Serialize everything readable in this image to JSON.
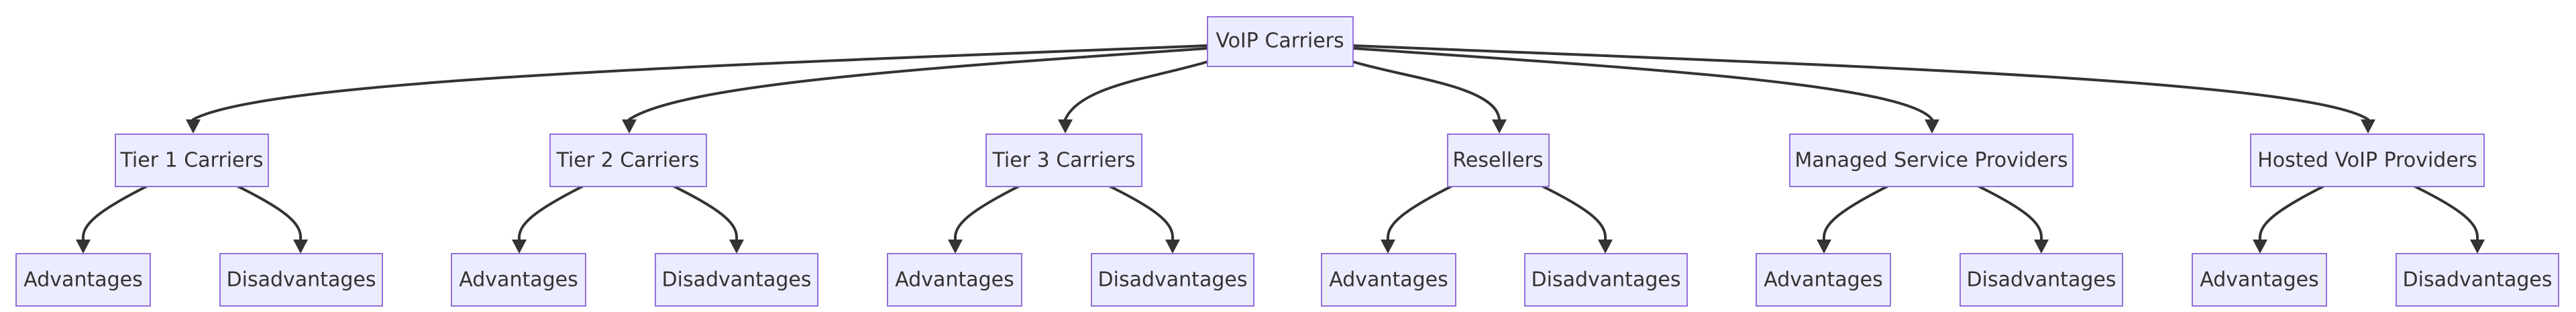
{
  "diagram": {
    "root": {
      "label": "VoIP Carriers"
    },
    "categories": [
      {
        "label": "Tier 1 Carriers",
        "advantages": "Advantages",
        "disadvantages": "Disadvantages"
      },
      {
        "label": "Tier 2 Carriers",
        "advantages": "Advantages",
        "disadvantages": "Disadvantages"
      },
      {
        "label": "Tier 3 Carriers",
        "advantages": "Advantages",
        "disadvantages": "Disadvantages"
      },
      {
        "label": "Resellers",
        "advantages": "Advantages",
        "disadvantages": "Disadvantages"
      },
      {
        "label": "Managed Service Providers",
        "advantages": "Advantages",
        "disadvantages": "Disadvantages"
      },
      {
        "label": "Hosted VoIP Providers",
        "advantages": "Advantages",
        "disadvantages": "Disadvantages"
      }
    ]
  },
  "colors": {
    "node_fill": "#ececff",
    "node_stroke": "#9370db",
    "edge": "#333333",
    "text": "#333333"
  }
}
